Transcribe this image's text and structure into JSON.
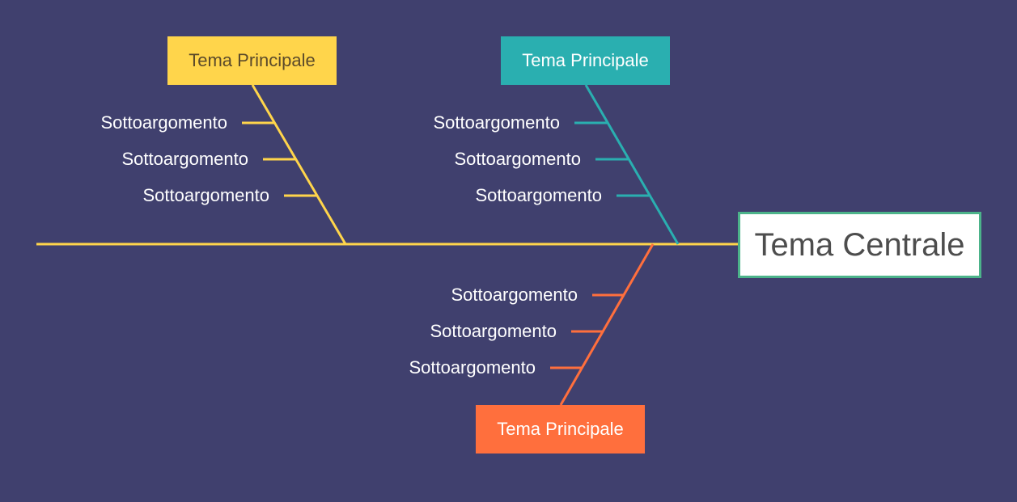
{
  "diagram": {
    "central_topic": "Tema Centrale",
    "branches": [
      {
        "topic": "Tema Principale",
        "color": "#ffd54b",
        "subtopics": [
          "Sottoargomento",
          "Sottoargomento",
          "Sottoargomento"
        ]
      },
      {
        "topic": "Tema Principale",
        "color": "#2aafb0",
        "subtopics": [
          "Sottoargomento",
          "Sottoargomento",
          "Sottoargomento"
        ]
      },
      {
        "topic": "Tema Principale",
        "color": "#ff6f3d",
        "subtopics": [
          "Sottoargomento",
          "Sottoargomento",
          "Sottoargomento"
        ]
      }
    ],
    "colors": {
      "background": "#40406e",
      "spine": "#ffd54b",
      "central_border": "#4cb38a"
    }
  }
}
